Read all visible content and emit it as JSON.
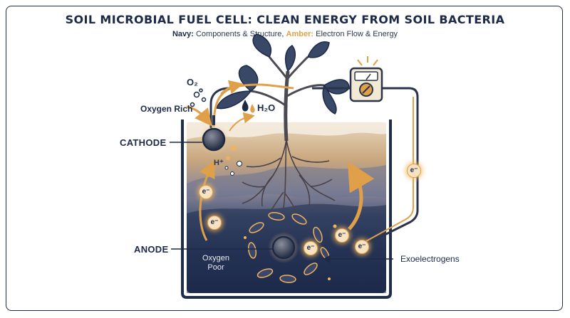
{
  "header": {
    "title": "SOIL MICROBIAL FUEL CELL: CLEAN ENERGY FROM SOIL BACTERIA",
    "legend_navy_key": "Navy:",
    "legend_navy_text": "Components & Structure,",
    "legend_amber_key": "Amber:",
    "legend_amber_text": "Electron Flow & Energy"
  },
  "labels": {
    "oxygen_rich": "Oxygen Rich",
    "cathode": "CATHODE",
    "anode": "ANODE",
    "oxygen_poor": "Oxygen Poor",
    "exoelectrogens": "Exoelectrogens",
    "o2": "O₂",
    "water": "H₂O",
    "proton": "H⁺",
    "electron": "e⁻"
  },
  "colors": {
    "navy": "#1c2a47",
    "amber": "#e0a04a",
    "soil_top": "#c6a57c",
    "soil_mid": "#52607e",
    "soil_deep": "#1e2b4c"
  }
}
